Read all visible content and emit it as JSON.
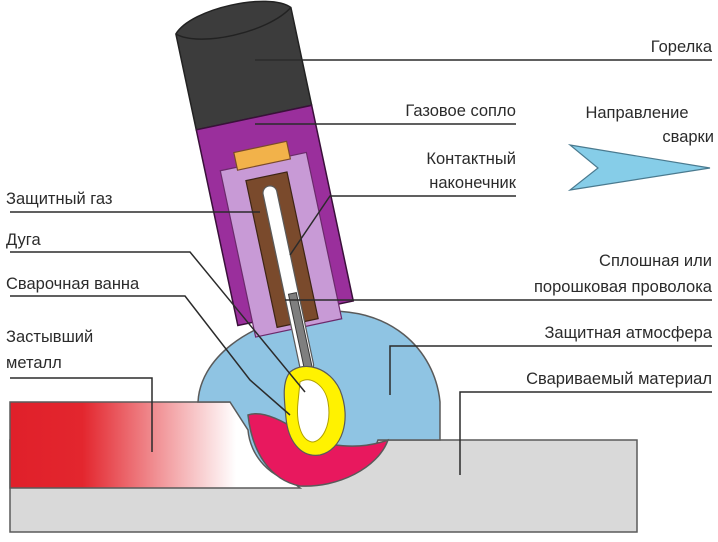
{
  "labels": {
    "torch": "Горелка",
    "gas_nozzle": "Газовое сопло",
    "contact_tip_1": "Контактный",
    "contact_tip_2": "наконечник",
    "shielding_gas": "Защитный газ",
    "arc": "Дуга",
    "weld_pool": "Сварочная ванна",
    "solidified_1": "Застывший",
    "solidified_2": "металл",
    "wire_1": "Сплошная или",
    "wire_2": "порошковая проволока",
    "atmosphere": "Защитная атмосфера",
    "base_material": "Свариваемый материал",
    "direction_1": "Направление",
    "direction_2": "сварки"
  },
  "icons": {
    "direction": "arrow-right-icon"
  },
  "colors": {
    "torch_body": "#3c3c3c",
    "nozzle": "#9a2f9c",
    "nozzle_inner": "#c89ad6",
    "contact_tip": "#7a4a2c",
    "wire": "#7f7f7f",
    "atmosphere": "#8fc4e3",
    "arc": "#fff200",
    "weld_pool": "#e8185e",
    "solidified": "#e3262e",
    "base_plate": "#dcdcdc",
    "direction_arrow": "#86cde8"
  }
}
